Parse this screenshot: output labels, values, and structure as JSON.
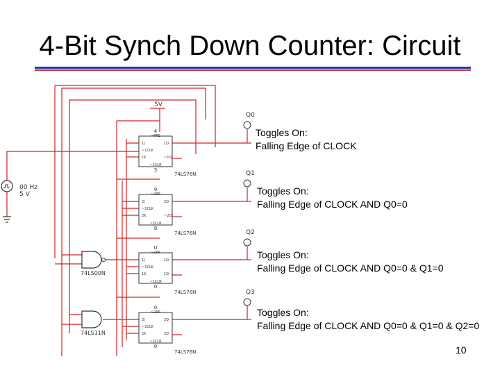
{
  "title": "4-Bit Synch Down Counter: Circuit",
  "page_number": "10",
  "colors": {
    "wire": "#d62020",
    "title_rule_blue": "#2b35a8",
    "title_rule_red": "#c0304a",
    "component": "#333333"
  },
  "supply_label": "5V",
  "clock_source": {
    "freq": "00 Hz",
    "voltage": "5 V"
  },
  "flipflops": [
    {
      "part": "74LS76N",
      "output": "Q0",
      "pins": {
        "pre": "~PRE",
        "j": "1J",
        "q": "1Q",
        "clk": "~1CLK",
        "k": "1K",
        "qbar": "~1Q",
        "clr": "~1CLR"
      },
      "pin_nums": {
        "pre": "4",
        "clr": "3"
      },
      "note": [
        "Toggles On:",
        "Falling Edge of CLOCK"
      ]
    },
    {
      "part": "74LS76N",
      "output": "Q1",
      "pins": {
        "pre": "~2PR",
        "j": "2J",
        "q": "2Q",
        "clk": "~2CLK",
        "k": "2K",
        "qbar": "~2Q",
        "clr": "~2CLR"
      },
      "pin_nums": {
        "pre": "9",
        "clr": "8"
      },
      "note": [
        "Toggles On:",
        "Falling Edge of CLOCK AND Q0=0"
      ]
    },
    {
      "part": "74LS76N",
      "output": "Q2",
      "pins": {
        "pre": "~1PR",
        "j": "1J",
        "q": "1Q",
        "clk": "~1CLK",
        "k": "1K",
        "qbar": "1Q",
        "clr": "~1CLR"
      },
      "pin_nums": {
        "pre": "U",
        "clr": "0"
      },
      "note": [
        "Toggles On:",
        "Falling Edge of CLOCK  AND Q0=0 & Q1=0"
      ]
    },
    {
      "part": "74LS76N",
      "output": "Q3",
      "pins": {
        "pre": "~2PR",
        "j": "2J",
        "q": "2Q",
        "clk": "~2CLK",
        "k": "2K",
        "qbar": "2Q",
        "clr": "~2CLR"
      },
      "pin_nums": {
        "pre": "0",
        "clr": "0"
      },
      "note": [
        "Toggles On:",
        "Falling Edge of CLOCK  AND Q0=0 & Q1=0 & Q2=0"
      ]
    }
  ],
  "gates": [
    {
      "part": "74LS00N"
    },
    {
      "part": "74LS11N"
    }
  ]
}
